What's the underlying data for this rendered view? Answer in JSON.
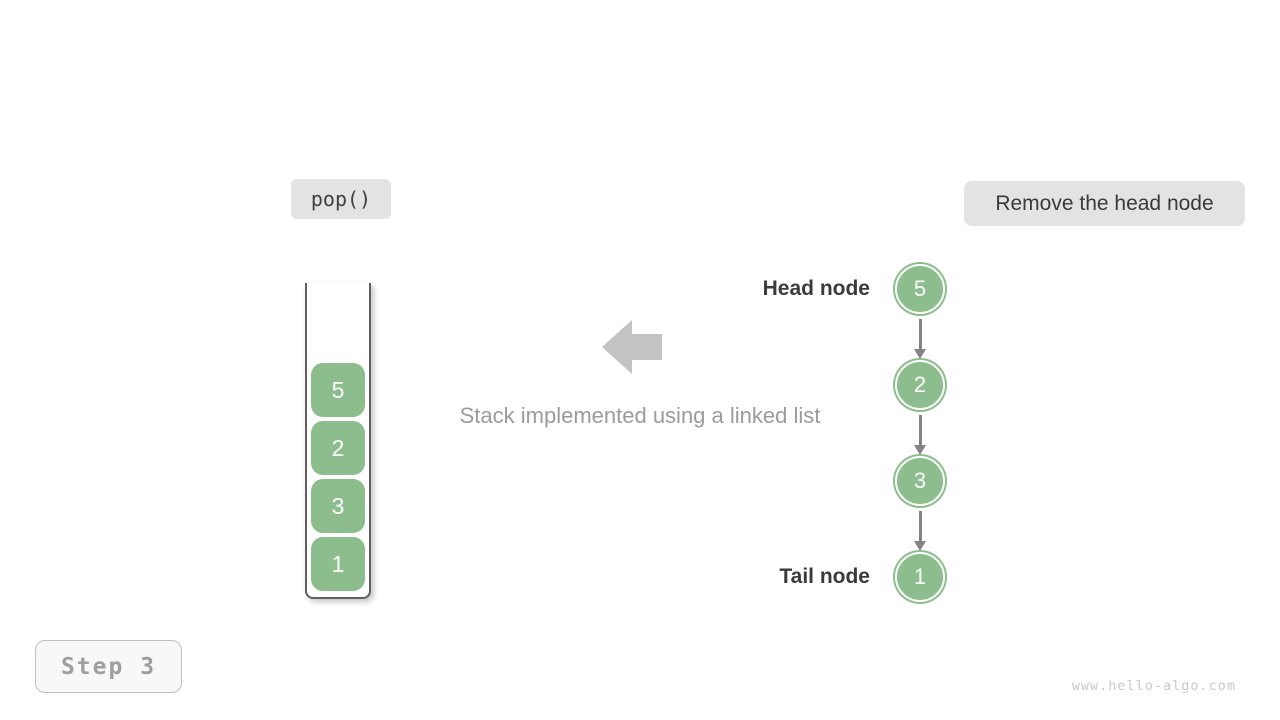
{
  "colors": {
    "node_green": "#8cbd8c",
    "label_bg": "#e3e3e3",
    "arrow_gray": "#c3c3c3",
    "caption_gray": "#9b9b9b",
    "outline_gray": "#5f5f5f"
  },
  "op_label": {
    "text": "pop()"
  },
  "action_label": {
    "text": "Remove the head node"
  },
  "stack": {
    "items": [
      "5",
      "2",
      "3",
      "1"
    ]
  },
  "caption": {
    "text": "Stack implemented using a linked list"
  },
  "linked_list": {
    "head_label": "Head node",
    "tail_label": "Tail node",
    "nodes": [
      "5",
      "2",
      "3",
      "1"
    ]
  },
  "step_badge": {
    "text": "Step 3"
  },
  "watermark": {
    "text": "www.hello-algo.com"
  }
}
